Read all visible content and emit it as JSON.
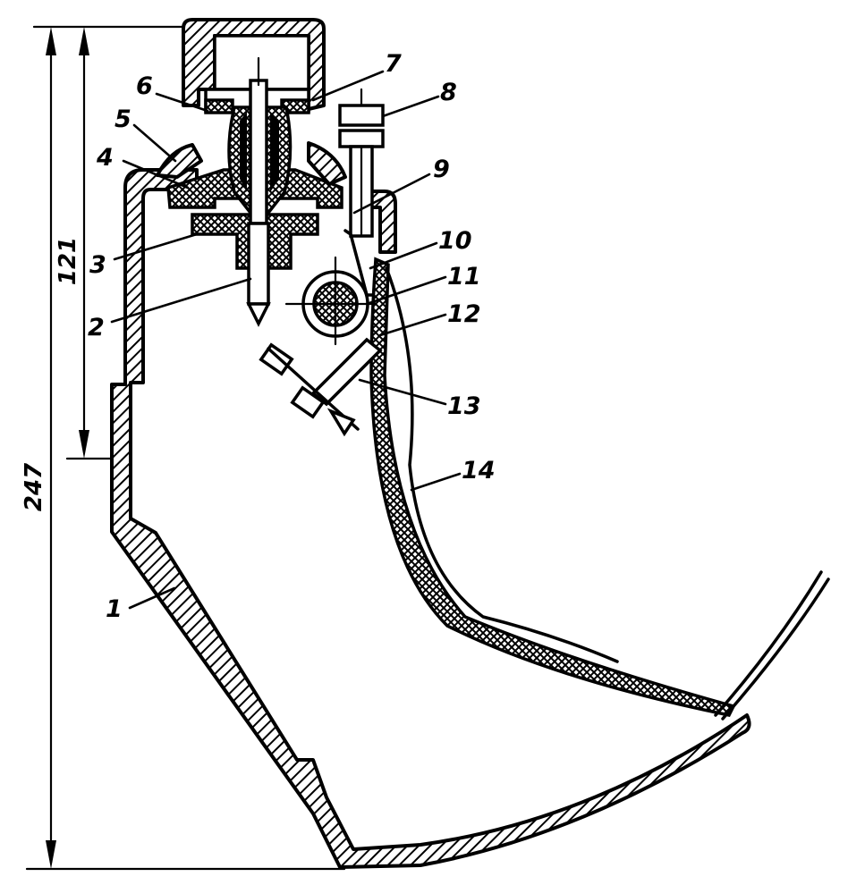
{
  "dimensions": {
    "overall_height": "247",
    "upper_height": "121"
  },
  "callouts": [
    {
      "id": "1",
      "text": "1"
    },
    {
      "id": "2",
      "text": "2"
    },
    {
      "id": "3",
      "text": "3"
    },
    {
      "id": "4",
      "text": "4"
    },
    {
      "id": "5",
      "text": "5"
    },
    {
      "id": "6",
      "text": "6"
    },
    {
      "id": "7",
      "text": "7"
    },
    {
      "id": "8",
      "text": "8"
    },
    {
      "id": "9",
      "text": "9"
    },
    {
      "id": "10",
      "text": "10"
    },
    {
      "id": "11",
      "text": "11"
    },
    {
      "id": "12",
      "text": "12"
    },
    {
      "id": "13",
      "text": "13"
    },
    {
      "id": "14",
      "text": "14"
    }
  ],
  "colors": {
    "ink": "#000000",
    "paper": "#ffffff"
  }
}
